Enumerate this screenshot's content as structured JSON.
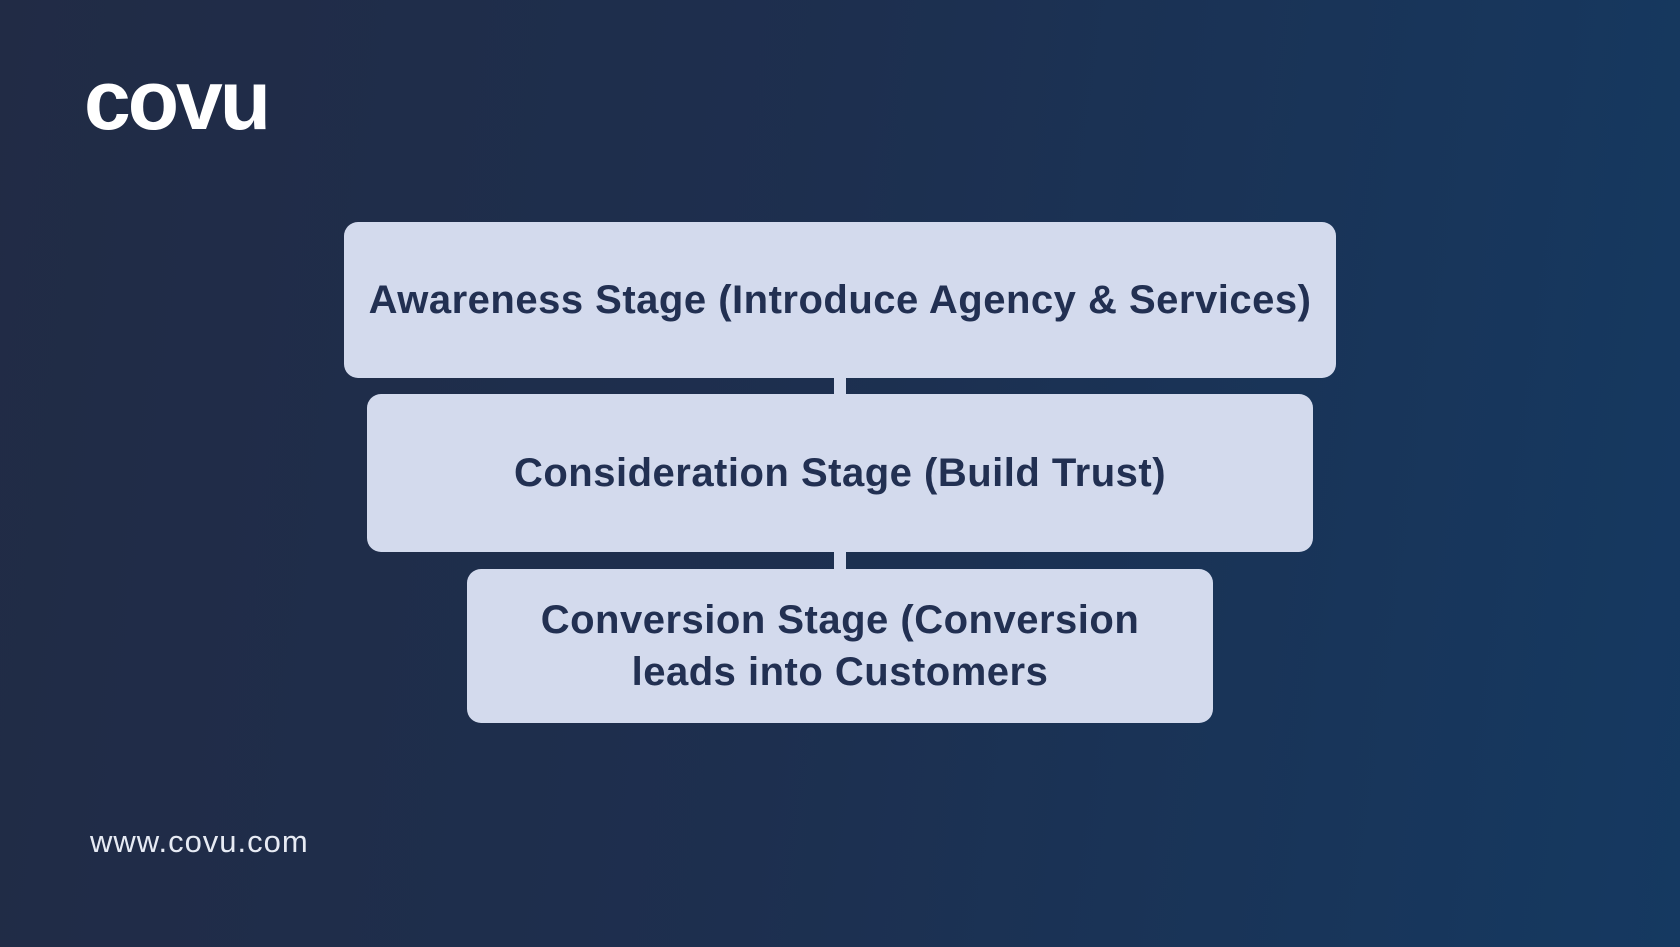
{
  "brand": {
    "logo_text": "covu",
    "website": "www.covu.com"
  },
  "diagram": {
    "type": "funnel",
    "stages": [
      {
        "name": "awareness",
        "lines": [
          "Awareness Stage (Introduce Agency & Services)"
        ]
      },
      {
        "name": "consideration",
        "lines": [
          "Consideration Stage (Build Trust)"
        ]
      },
      {
        "name": "conversion",
        "lines": [
          "Conversion Stage (Conversion",
          "leads into Customers"
        ]
      }
    ]
  },
  "colors": {
    "background_left": "#212b45",
    "background_mid": "#1d2f4f",
    "background_right": "#153961",
    "box_bg": "#d3daed",
    "box_text": "#223052",
    "logo_text_color": "#ffffff",
    "website_text_color": "#e7ebf4"
  }
}
